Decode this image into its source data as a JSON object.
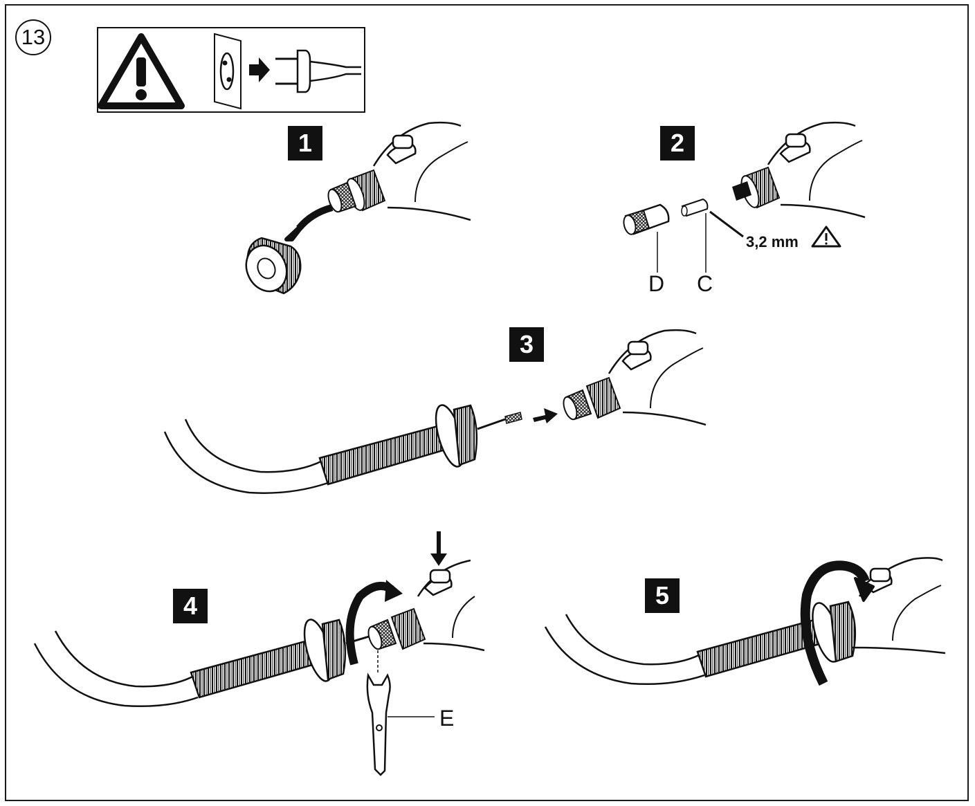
{
  "figure": {
    "number": "13",
    "warning_icon": "warning-triangle-icon",
    "unplug_icon": "unplug-from-socket-icon"
  },
  "steps": [
    {
      "label": "1"
    },
    {
      "label": "2"
    },
    {
      "label": "3"
    },
    {
      "label": "4"
    },
    {
      "label": "5"
    }
  ],
  "parts": {
    "collet_nut": "D",
    "collet": "C",
    "wrench": "E"
  },
  "dimension": {
    "value": "3,2 mm",
    "icon": "warning-triangle-icon"
  }
}
